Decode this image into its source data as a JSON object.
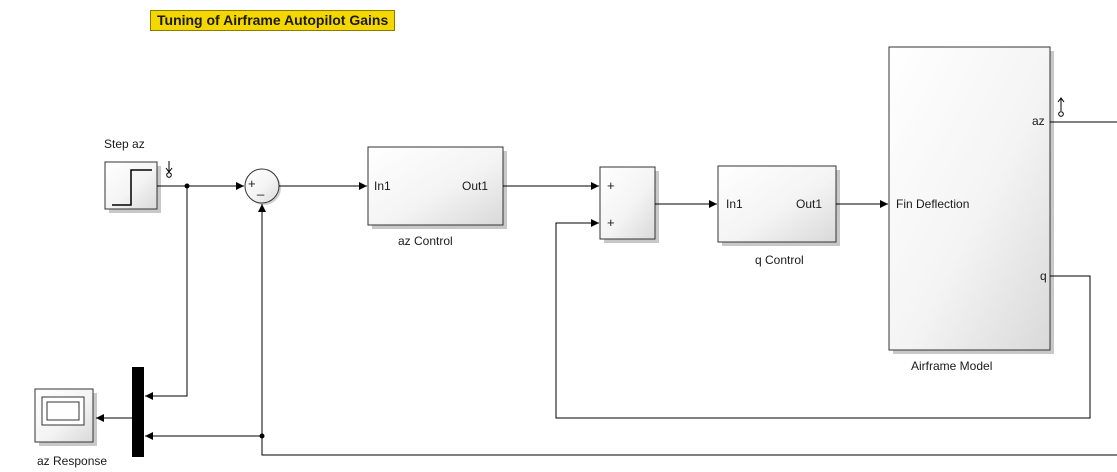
{
  "annotation": {
    "title": "Tuning of Airframe Autopilot Gains"
  },
  "blocks": {
    "step": {
      "label": "Step az"
    },
    "sum1": {
      "plus": "+",
      "minus": "_"
    },
    "az_control": {
      "label": "az Control",
      "in_port": "In1",
      "out_port": "Out1"
    },
    "sum2": {
      "plus_top": "+",
      "plus_bottom": "+"
    },
    "q_control": {
      "label": "q Control",
      "in_port": "In1",
      "out_port": "Out1"
    },
    "airframe": {
      "label": "Airframe Model",
      "in_port": "Fin Deflection",
      "out_port_az": "az",
      "out_port_q": "q"
    },
    "scope": {
      "label": "az Response"
    }
  },
  "colors": {
    "annotation_bg": "#f5d700",
    "line": "#000000",
    "block_border": "#333333"
  },
  "icons": [
    "step-icon",
    "scope-icon",
    "signal-log-icon"
  ]
}
